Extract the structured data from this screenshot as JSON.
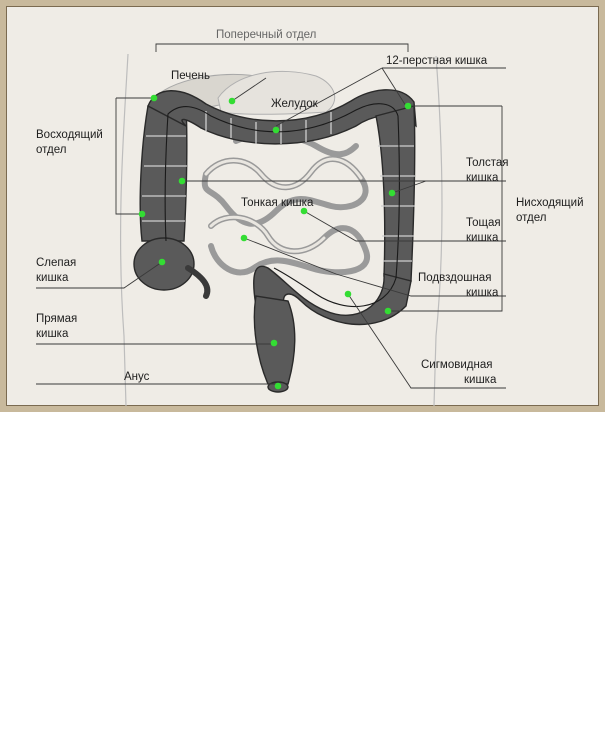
{
  "diagram": {
    "labels": {
      "transverse": "Поперечный отдел",
      "duodenum": "12-перстная кишка",
      "liver": "Печень",
      "stomach": "Желудок",
      "ascending_l1": "Восходящий",
      "ascending_l2": "отдел",
      "large_l1": "Толстая",
      "large_l2": "кишка",
      "descending_l1": "Нисходящий",
      "descending_l2": "отдел",
      "small_intestine": "Тонкая кишка",
      "jejunum_l1": "Тощая",
      "jejunum_l2": "кишка",
      "cecum_l1": "Слепая",
      "cecum_l2": "кишка",
      "ileum_l1": "Подвздошная",
      "ileum_l2": "кишка",
      "rectum_l1": "Прямая",
      "rectum_l2": "кишка",
      "sigmoid_l1": "Сигмовидная",
      "sigmoid_l2": "кишка",
      "anus": "Анус"
    },
    "colors": {
      "frame": "#c8b99c",
      "background": "#efece6",
      "organ": "#5a5a5a",
      "marker": "#33dd33"
    }
  }
}
